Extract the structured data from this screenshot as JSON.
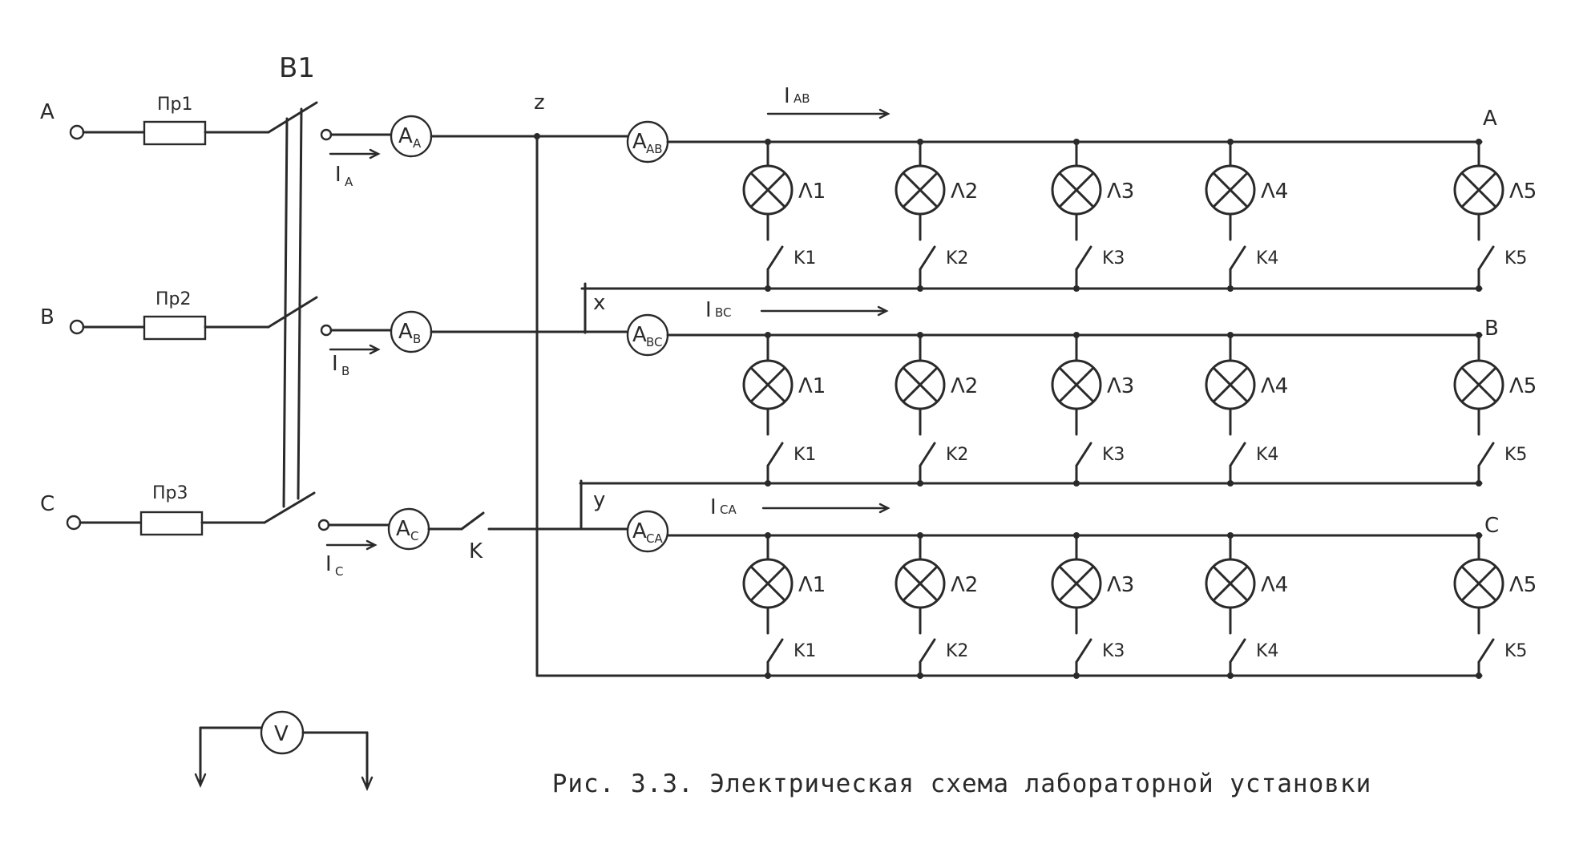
{
  "switch_label": "B1",
  "inputs": [
    {
      "phase": "A",
      "fuse": "Пр1",
      "ammeter": "A",
      "current": "I",
      "current_sub": "A"
    },
    {
      "phase": "B",
      "fuse": "Пр2",
      "ammeter": "A",
      "current": "I",
      "current_sub": "B"
    },
    {
      "phase": "C",
      "fuse": "Пр3",
      "ammeter": "A",
      "current": "I",
      "current_sub": "C"
    }
  ],
  "ammeter_sub": [
    "A",
    "B",
    "C"
  ],
  "switch_k": "K",
  "neutral_label": "z",
  "rows": [
    {
      "ammeter": "A",
      "ammeter_sub": "AB",
      "current": "I",
      "current_sub": "AB",
      "node_label": "",
      "end_label": "A"
    },
    {
      "ammeter": "A",
      "ammeter_sub": "BC",
      "current": "I",
      "current_sub": "BC",
      "node_label": "x",
      "end_label": "B"
    },
    {
      "ammeter": "A",
      "ammeter_sub": "CA",
      "current": "I",
      "current_sub": "CA",
      "node_label": "y",
      "end_label": "C"
    }
  ],
  "lamps": [
    "Λ1",
    "Λ2",
    "Λ3",
    "Λ4",
    "Λ5"
  ],
  "switches": [
    "K1",
    "K2",
    "K3",
    "K4",
    "K5"
  ],
  "voltmeter": "V",
  "caption": "Рис. 3.3. Электрическая схема лабораторной установки"
}
